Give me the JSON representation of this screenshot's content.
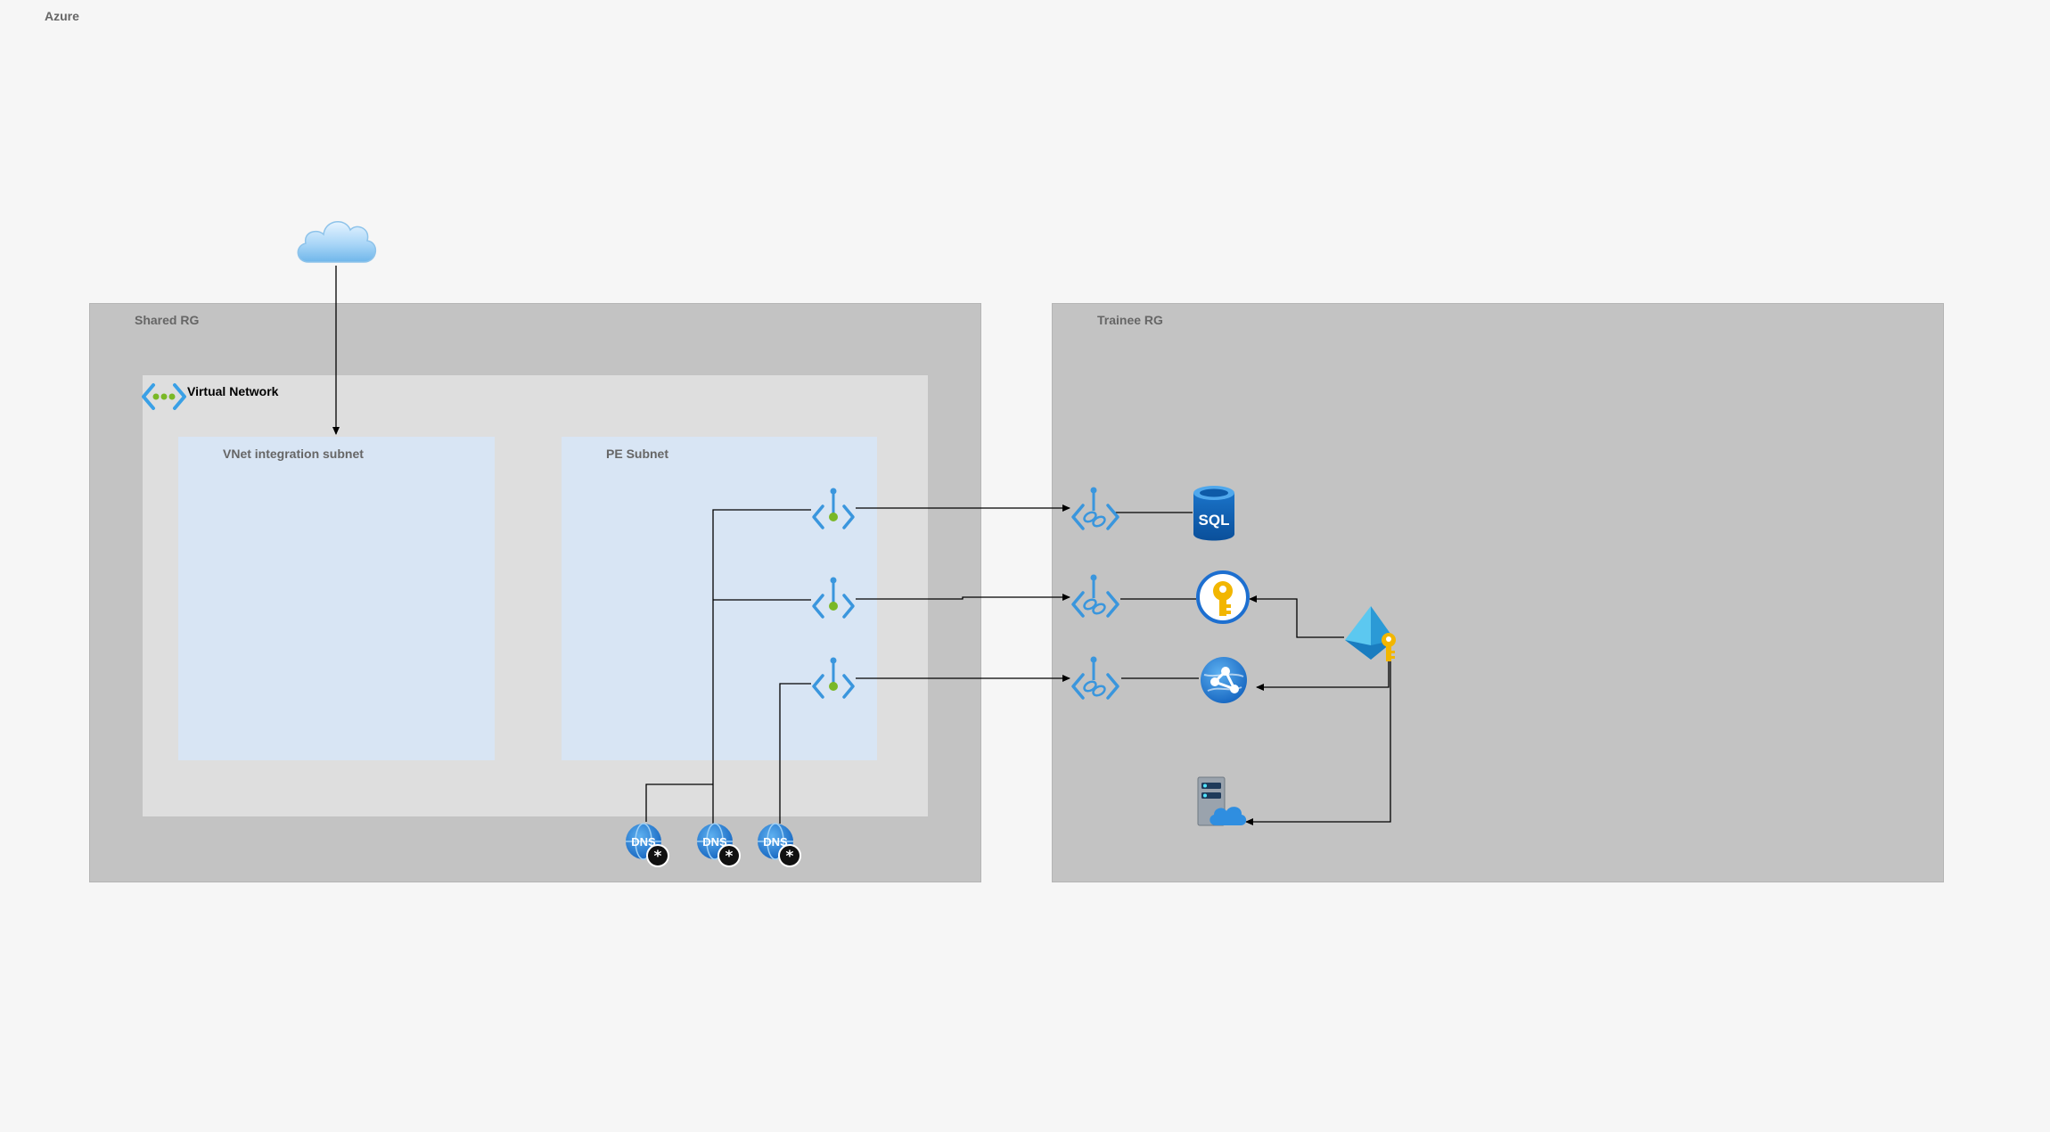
{
  "diagram": {
    "azure_label": "Azure",
    "shared_rg_label": "Shared RG",
    "trainee_rg_label": "Trainee RG",
    "vnet_label": "Virtual Network",
    "vnet_integration_subnet_label": "VNet integration subnet",
    "pe_subnet_label": "PE Subnet",
    "sql_icon_text": "SQL",
    "dns_icon_text": "DNS",
    "icons": {
      "internet": "cloud-icon",
      "vnet": "virtual-network-icon",
      "private_endpoint": "private-endpoint-icon",
      "private_link": "private-link-icon",
      "sql": "sql-database-icon",
      "key_vault": "key-vault-icon",
      "app_service": "app-service-icon",
      "managed_identity": "managed-identity-icon",
      "cloud_server": "cloud-server-icon",
      "private_dns_zone": "private-dns-zone-icon"
    },
    "colors": {
      "background": "#f6f6f6",
      "resource_group": "#c3c3c3",
      "vnet": "#dedede",
      "subnet": "#d8e5f4",
      "azure_blue": "#0078d4",
      "key_gold": "#f2b600",
      "endpoint_green": "#7ab827"
    }
  }
}
